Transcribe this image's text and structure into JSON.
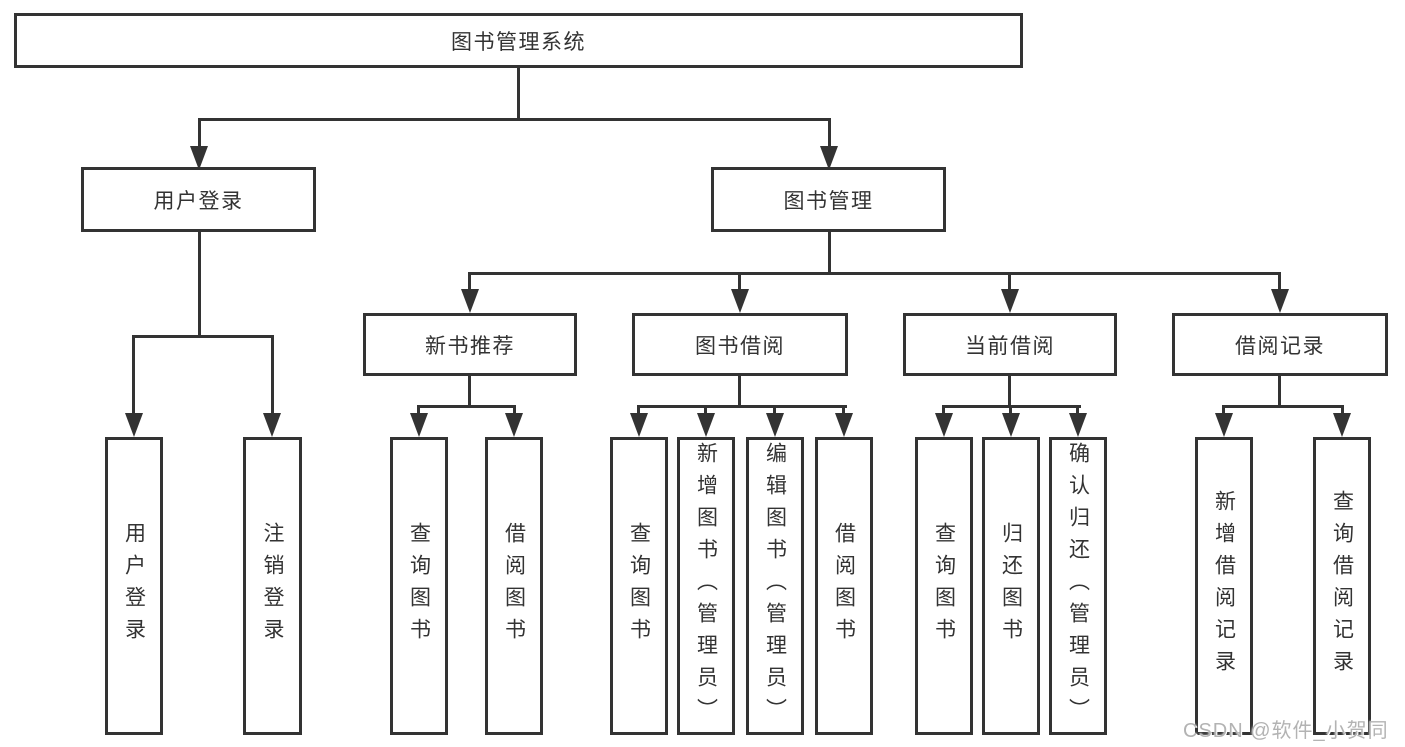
{
  "tree": {
    "label": "图书管理系统",
    "children": [
      {
        "label": "用户登录",
        "children": [
          {
            "label": "用户登录"
          },
          {
            "label": "注销登录"
          }
        ]
      },
      {
        "label": "图书管理",
        "children": [
          {
            "label": "新书推荐",
            "children": [
              {
                "label": "查询图书"
              },
              {
                "label": "借阅图书"
              }
            ]
          },
          {
            "label": "图书借阅",
            "children": [
              {
                "label": "查询图书"
              },
              {
                "label": "新增图书（管理员）"
              },
              {
                "label": "编辑图书（管理员）"
              },
              {
                "label": "借阅图书"
              }
            ]
          },
          {
            "label": "当前借阅",
            "children": [
              {
                "label": "查询图书"
              },
              {
                "label": "归还图书"
              },
              {
                "label": "确认归还（管理员）"
              }
            ]
          },
          {
            "label": "借阅记录",
            "children": [
              {
                "label": "新增借阅记录"
              },
              {
                "label": "查询借阅记录"
              }
            ]
          }
        ]
      }
    ]
  },
  "watermark": {
    "text": "CSDN @软件_小贺同学"
  },
  "colors": {
    "line": "#333333",
    "box_border": "#333333",
    "box_fill": "#ffffff",
    "text": "#333333",
    "watermark": "#b3b3b3",
    "background": "#ffffff"
  }
}
